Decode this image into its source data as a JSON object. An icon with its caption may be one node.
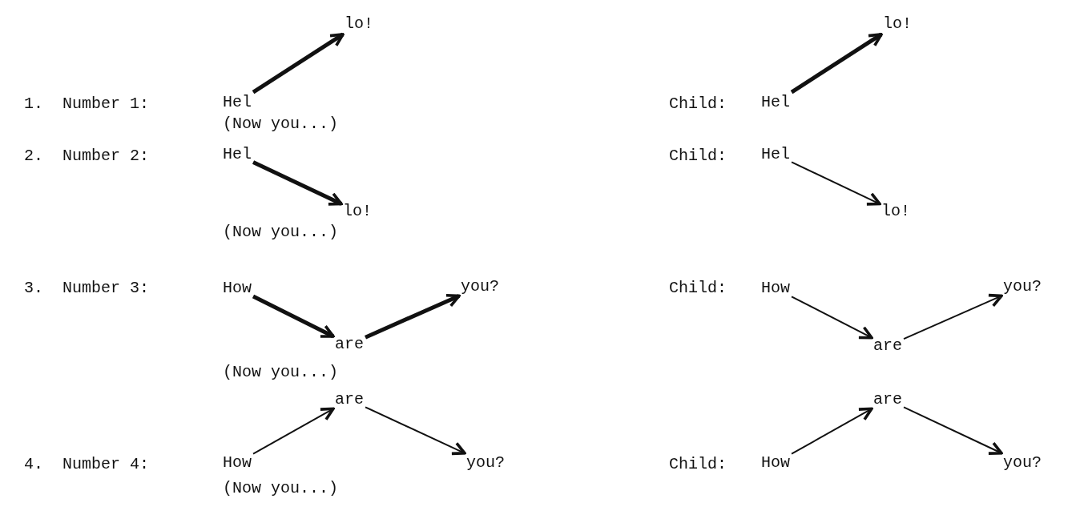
{
  "diagram": {
    "nodes": [
      {
        "text": [
          "lo!"
        ]
      },
      {
        "text": [
          "lo!"
        ]
      },
      {
        "text": [
          "Hel"
        ]
      },
      {
        "text": [
          "Hel"
        ]
      },
      {
        "text": [
          "Hel"
        ]
      },
      {
        "text": [
          "Hel"
        ]
      },
      {
        "text": [
          "lo!"
        ]
      },
      {
        "text": [
          "lo!"
        ]
      },
      {
        "text": [
          "How"
        ]
      },
      {
        "text": [
          "you?"
        ]
      },
      {
        "text": [
          "How"
        ]
      },
      {
        "text": [
          "you?"
        ]
      },
      {
        "text": [
          "are"
        ]
      },
      {
        "text": [
          "are"
        ]
      },
      {
        "text": [
          "are"
        ]
      },
      {
        "text": [
          "are"
        ]
      },
      {
        "text": [
          "How"
        ]
      },
      {
        "text": [
          "you?"
        ]
      },
      {
        "text": [
          "How"
        ]
      },
      {
        "text": [
          "you?"
        ]
      }
    ],
    "edges": [
      {
        "from": 2,
        "to": 0,
        "arrow": "to",
        "style": "thick"
      },
      {
        "from": 3,
        "to": 1,
        "arrow": "to",
        "style": "thick"
      },
      {
        "from": 4,
        "to": 6,
        "arrow": "to",
        "style": "thick"
      },
      {
        "from": 5,
        "to": 7,
        "arrow": "to"
      },
      {
        "from": 8,
        "to": 12,
        "arrow": "to",
        "style": "thick"
      },
      {
        "from": 12,
        "to": 9,
        "arrow": "to",
        "style": "thick"
      },
      {
        "from": 10,
        "to": 13,
        "arrow": "to"
      },
      {
        "from": 13,
        "to": 11,
        "arrow": "to"
      },
      {
        "from": 16,
        "to": 14,
        "arrow": "to"
      },
      {
        "from": 14,
        "to": 17,
        "arrow": "to"
      },
      {
        "from": 18,
        "to": 15,
        "arrow": "to"
      },
      {
        "from": 15,
        "to": 19,
        "arrow": "to"
      }
    ],
    "labels": [
      "1.",
      "Number 1:",
      "Child:",
      "(Now you...)",
      "2.",
      "Number 2:",
      "Child:",
      "(Now you...)",
      "3.",
      "Number 3:",
      "Child:",
      "(Now you...)",
      "4.",
      "Number 4:",
      "Child:",
      "(Now you...)"
    ]
  }
}
